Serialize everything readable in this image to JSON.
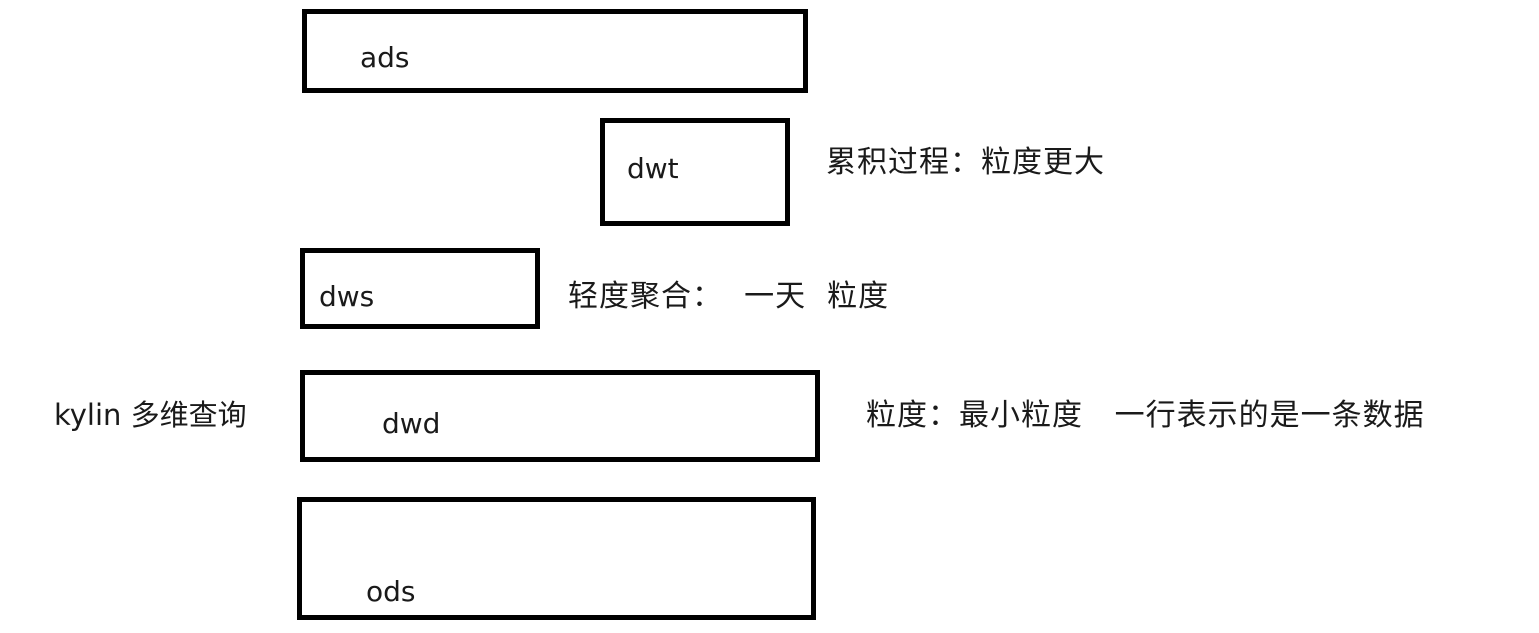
{
  "layers": {
    "ads": {
      "label": "ads"
    },
    "dwt": {
      "label": "dwt"
    },
    "dws": {
      "label": "dws"
    },
    "dwd": {
      "label": "dwd"
    },
    "ods": {
      "label": "ods"
    }
  },
  "annotations": {
    "dwt_note": "累积过程：粒度更大",
    "dws_note": "轻度聚合：  一天  粒度",
    "dwd_note": "粒度：最小粒度   一行表示的是一条数据",
    "kylin_note": "kylin 多维查询"
  },
  "colors": {
    "background": "#ffffff",
    "border": "#000000",
    "text": "#1a1a1a"
  }
}
